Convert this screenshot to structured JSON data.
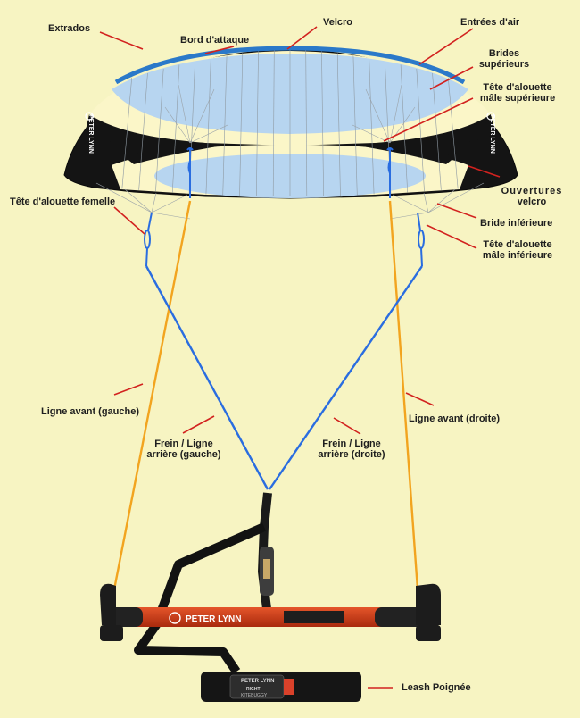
{
  "colors": {
    "background": "#f7f4c2",
    "canopy_light_blue": "#b7d5f0",
    "canopy_cream": "#fbf6c8",
    "canopy_black": "#111111",
    "leading_edge_blue": "#2b79c9",
    "front_line_orange": "#f2a41f",
    "brake_line_blue": "#2a6de0",
    "leader_red": "#d2221f",
    "bar_orange": "#cc3a12"
  },
  "labels": {
    "extrados": "Extrados",
    "velcro": "Velcro",
    "entrees_air": "Entrées d'air",
    "bord_attaque": "Bord d'attaque",
    "brides_sup_1": "Brides",
    "brides_sup_2": "supérieurs",
    "tete_male_sup_1": "Tête d'alouette",
    "tete_male_sup_2": "mâle supérieure",
    "ouvertures_1": "Ouvertures",
    "ouvertures_2": "velcro",
    "tete_femelle": "Tête d'alouette femelle",
    "bride_inf": "Bride inférieure",
    "tete_male_inf_1": "Tête d'alouette",
    "tete_male_inf_2": "mâle inférieure",
    "ligne_avant_g": "Ligne avant (gauche)",
    "ligne_avant_d": "Ligne avant (droite)",
    "frein_g_1": "Frein / Ligne",
    "frein_g_2": "arrière (gauche)",
    "frein_d_1": "Frein / Ligne",
    "frein_d_2": "arrière (droite)",
    "leash": "Leash Poignée"
  },
  "branding": {
    "kite_wingtip": "PETER LYNN",
    "bar": "PETER LYNN",
    "leash_logo": "PETER LYNN",
    "leash_tag_1": "RIGHT",
    "leash_tag_2": "KITEBUGGY"
  },
  "icons": {
    "brand_logo": "swirl-logo-icon"
  }
}
